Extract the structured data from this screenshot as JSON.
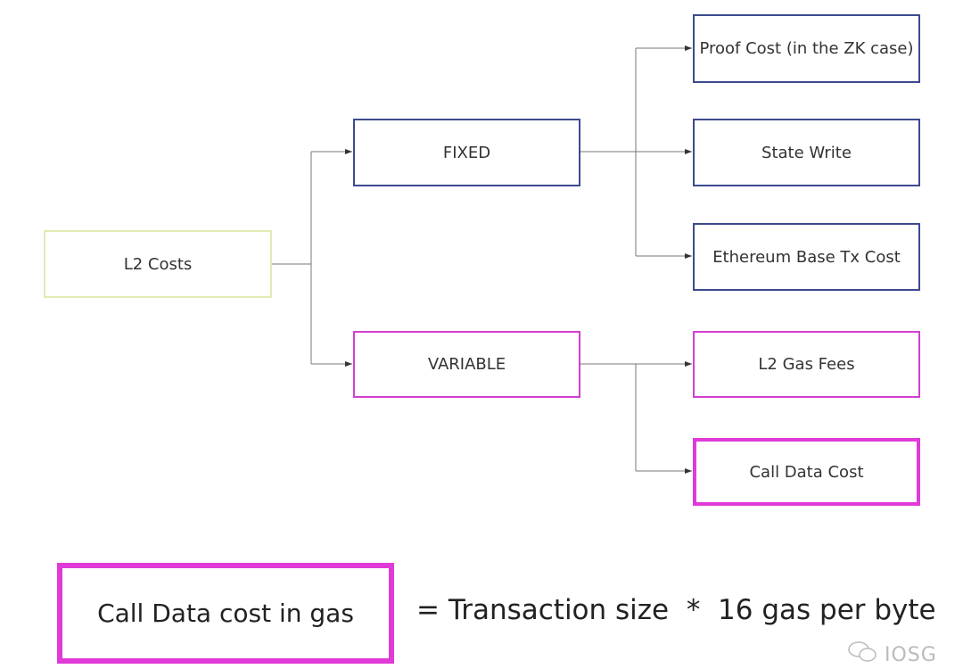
{
  "root": {
    "label": "L2 Costs"
  },
  "fixed": {
    "label": "FIXED",
    "children": [
      "Proof Cost (in the ZK case)",
      "State Write",
      "Ethereum Base Tx Cost"
    ]
  },
  "variable": {
    "label": "VARIABLE",
    "children": [
      "L2 Gas Fees",
      "Call Data Cost"
    ]
  },
  "formula": {
    "lhs": "Call Data cost in gas",
    "rhs": "= Transaction size  *  16 gas per byte"
  },
  "watermark": {
    "text": "IOSG",
    "icon": "wechat-chat-icon"
  },
  "colors": {
    "fixed": "#3d4a8e",
    "variable": "#d23fd2",
    "root": "#e3ebb4",
    "highlight": "#e03ad8"
  }
}
